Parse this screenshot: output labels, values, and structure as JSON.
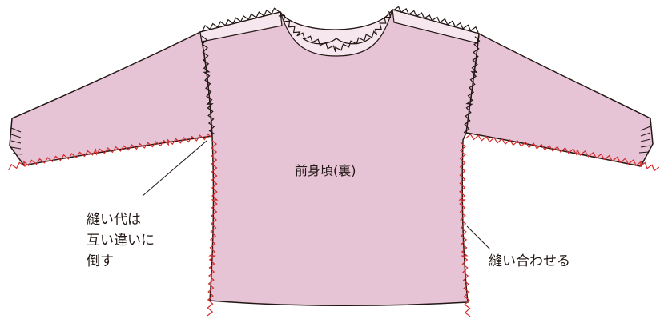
{
  "labels": {
    "body_piece": "前身頃(裏)",
    "seam_allowance_note": "縫い代は\n互い違いに\n倒す",
    "sew_together": "縫い合わせる"
  },
  "colors": {
    "fabric": "#e6c3d5",
    "interfacing": "#f6e6ee",
    "outline": "#231815",
    "serge_black": "#231815",
    "serge_red": "#d62b2b"
  }
}
